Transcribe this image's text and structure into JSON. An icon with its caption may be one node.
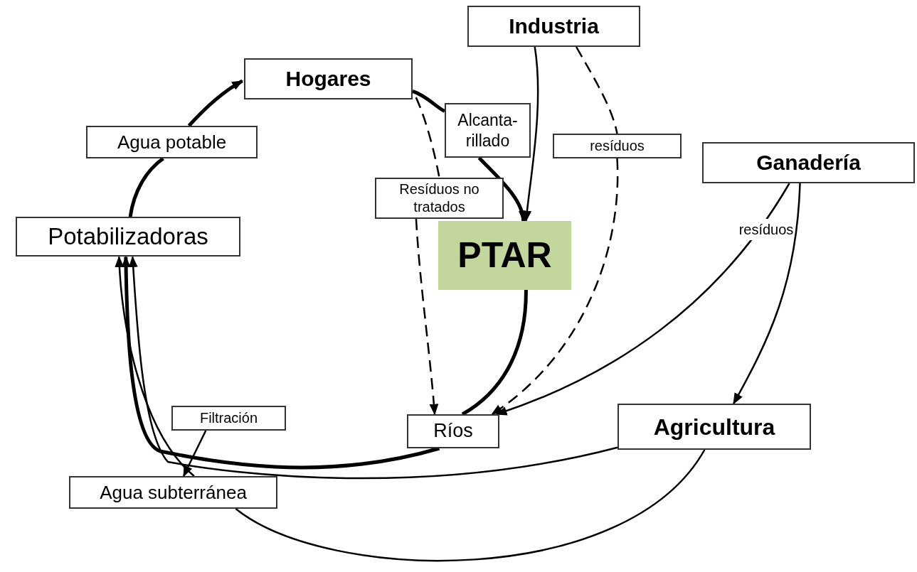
{
  "diagram": {
    "nodes": [
      {
        "text": [
          "Industria"
        ]
      },
      {
        "text": [
          "Hogares"
        ]
      },
      {
        "text": [
          "Ganadería"
        ]
      },
      {
        "text": [
          "Potabilizadoras"
        ]
      },
      {
        "text": [
          "PTAR"
        ]
      },
      {
        "text": [
          "Ríos"
        ]
      },
      {
        "text": [
          "Agricultura"
        ]
      },
      {
        "text": [
          "Filtración"
        ]
      },
      {
        "text": [
          "Agua subterránea"
        ]
      },
      {
        "text": [
          "Agua potable"
        ]
      },
      {
        "text": [
          "Alcanta-rillado"
        ]
      },
      {
        "text": [
          "Resíduos no tratados"
        ]
      },
      {
        "text": [
          "resíduos"
        ]
      }
    ],
    "edges": [
      {
        "from": 3,
        "to": 9,
        "arrow": "none",
        "style": "thick"
      },
      {
        "from": 9,
        "to": 1,
        "arrow": "to",
        "style": "thick"
      },
      {
        "from": 1,
        "to": 10,
        "arrow": "none",
        "style": "thick"
      },
      {
        "from": 10,
        "to": 4,
        "arrow": "to",
        "style": "thick"
      },
      {
        "from": 1,
        "to": 11,
        "arrow": "none",
        "style": "dashed"
      },
      {
        "from": 11,
        "to": 5,
        "arrow": "to",
        "style": "dashed"
      },
      {
        "from": 0,
        "to": 4,
        "arrow": "to"
      },
      {
        "from": 0,
        "to": 12,
        "arrow": "none",
        "style": "dashed"
      },
      {
        "from": 12,
        "to": 5,
        "arrow": "to",
        "style": "dashed"
      },
      {
        "from": 2,
        "to": 5,
        "arrow": "to",
        "label": "resíduos"
      },
      {
        "from": 2,
        "to": 6,
        "arrow": "to"
      },
      {
        "from": 4,
        "to": 5,
        "arrow": "none",
        "style": "thick"
      },
      {
        "from": 5,
        "to": 3,
        "arrow": "to",
        "style": "thick"
      },
      {
        "from": 6,
        "to": 3,
        "arrow": "to"
      },
      {
        "from": 7,
        "to": 8,
        "arrow": "to"
      },
      {
        "from": 6,
        "to": 8,
        "arrow": "none"
      },
      {
        "from": 8,
        "to": 3,
        "arrow": "to"
      }
    ]
  }
}
